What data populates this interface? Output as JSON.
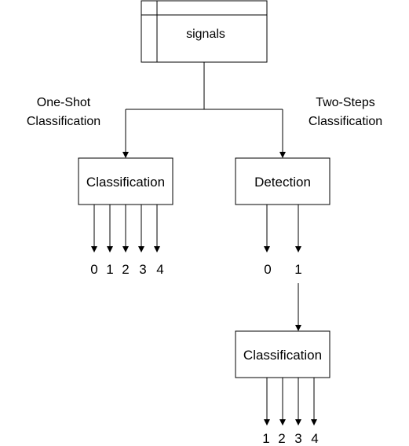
{
  "nodes": {
    "signals": "signals",
    "classification_left": "Classification",
    "detection": "Detection",
    "classification_bottom": "Classification"
  },
  "branch_labels": {
    "left": [
      "One-Shot",
      "Classification"
    ],
    "right": [
      "Two-Steps",
      "Classification"
    ]
  },
  "outputs": {
    "one_shot": [
      "0",
      "1",
      "2",
      "3",
      "4"
    ],
    "detection": [
      "0",
      "1"
    ],
    "two_step": [
      "1",
      "2",
      "3",
      "4"
    ]
  }
}
